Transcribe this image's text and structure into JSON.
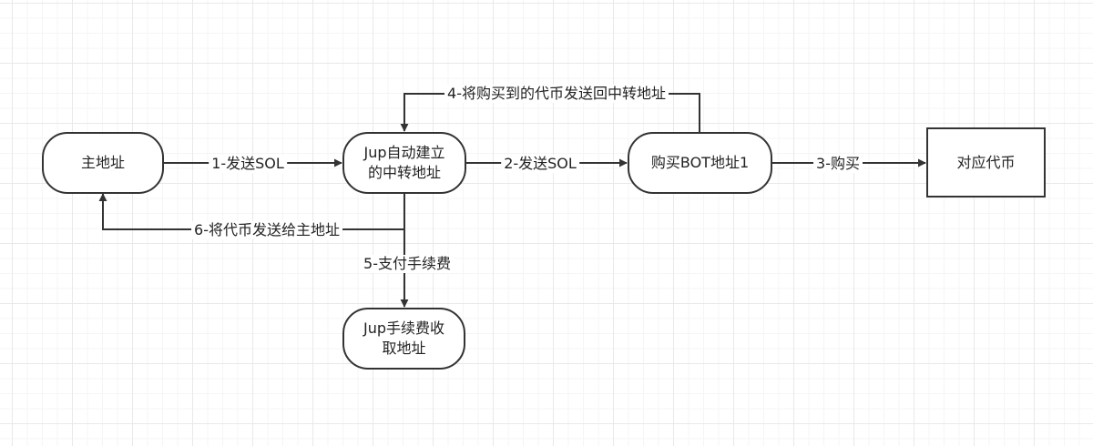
{
  "colors": {
    "stroke": "#333333",
    "text": "#222222",
    "grid": "#e9e9e9",
    "background": "#ffffff"
  },
  "nodes": {
    "main_address": {
      "label": "主地址"
    },
    "jup_relay": {
      "label": "Jup自动建立\n的中转地址"
    },
    "buy_bot": {
      "label": "购买BOT地址1"
    },
    "token": {
      "label": "对应代币"
    },
    "jup_fee": {
      "label": "Jup手续费收\n取地址"
    }
  },
  "edges": {
    "e1": {
      "label": "1-发送SOL"
    },
    "e2": {
      "label": "2-发送SOL"
    },
    "e3": {
      "label": "3-购买"
    },
    "e4": {
      "label": "4-将购买到的代币发送回中转地址"
    },
    "e5": {
      "label": "5-支付手续费"
    },
    "e6": {
      "label": "6-将代币发送给主地址"
    }
  }
}
